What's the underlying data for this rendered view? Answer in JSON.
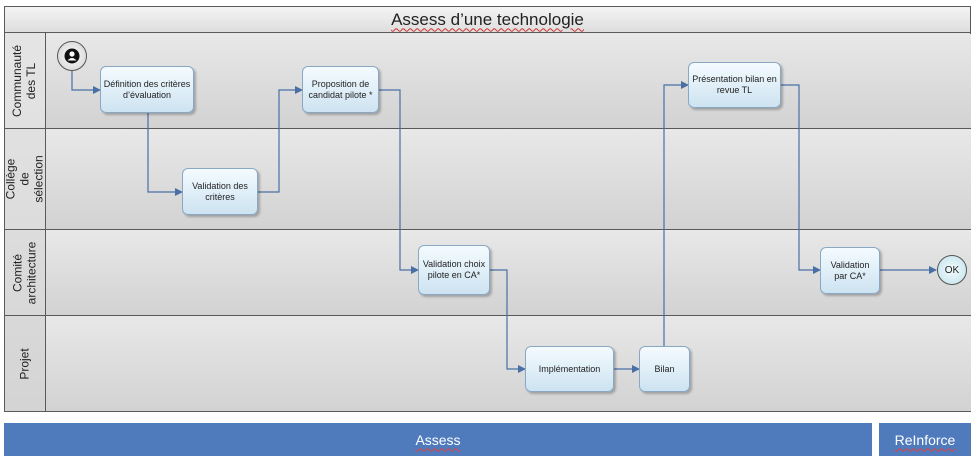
{
  "title": "Assess d’une technologie",
  "lanes": [
    {
      "label": "Communauté des TL"
    },
    {
      "label": "Collège de sélection"
    },
    {
      "label": "Comité architecture"
    },
    {
      "label": "Projet"
    }
  ],
  "tasks": {
    "definition": "Définition des critères d’évaluation",
    "validation_criteres": "Validation des critères",
    "proposition": "Proposition de candidat pilote *",
    "validation_choix": "Validation choix pilote en CA*",
    "implementation": "Implémentation",
    "bilan": "Bilan",
    "presentation": "Présentation bilan en revue TL",
    "validation_ca": "Validation par CA*"
  },
  "end_event": "OK",
  "icons": {
    "start": "person-icon"
  },
  "colors": {
    "phase_bar": "#4f7bbd",
    "task_fill": "#cde3f1",
    "connector": "#4a6fa5"
  },
  "phases": {
    "assess": "Assess",
    "reinforce": "ReInforce"
  }
}
